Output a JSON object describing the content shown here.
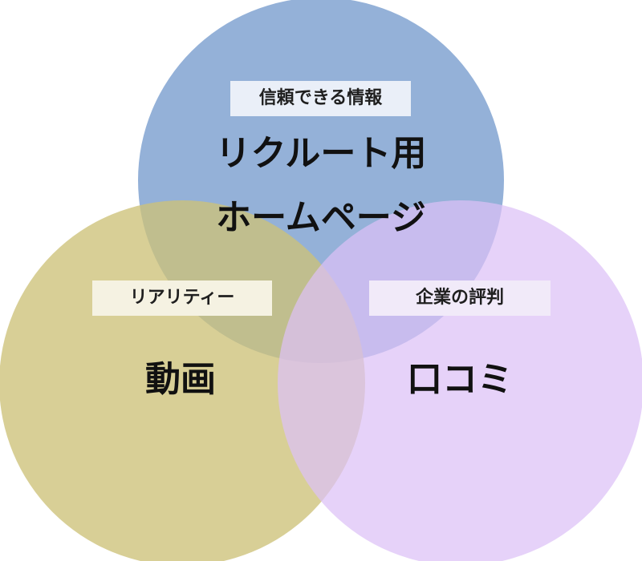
{
  "circles": {
    "top": {
      "tag": "信頼できる情報",
      "title_line1": "リクルート用",
      "title_line2": "ホームページ",
      "color": "#94b1d8"
    },
    "left": {
      "tag": "リアリティー",
      "title": "動画",
      "color": "#cdc278"
    },
    "right": {
      "tag": "企業の評判",
      "title": "口コミ",
      "color": "#dcc0f7"
    }
  }
}
